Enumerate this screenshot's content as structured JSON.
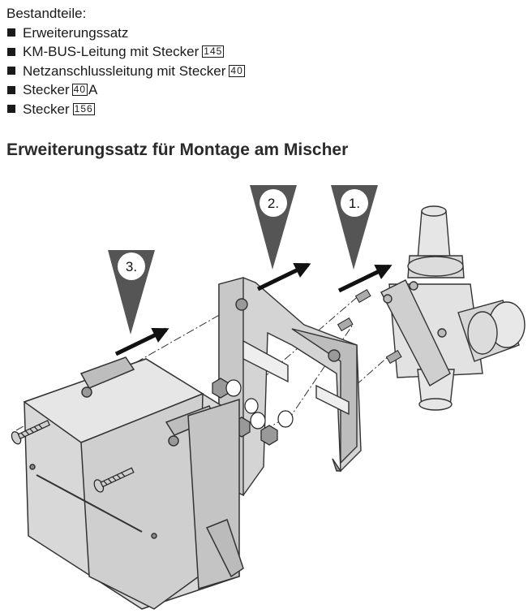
{
  "intro": {
    "heading": "Bestandteile:",
    "items": [
      {
        "text": "Erweiterungssatz",
        "ref": ""
      },
      {
        "text": "KM-BUS-Leitung mit Stecker",
        "ref": "145"
      },
      {
        "text": "Netzanschlussleitung mit Stecker",
        "ref": "40"
      },
      {
        "text": "Stecker",
        "ref": "40",
        "suffix": "A"
      },
      {
        "text": "Stecker",
        "ref": "156"
      }
    ]
  },
  "section": {
    "title": "Erweiterungssatz für Montage am Mischer"
  },
  "figure": {
    "steps": [
      "1.",
      "2.",
      "3."
    ]
  }
}
